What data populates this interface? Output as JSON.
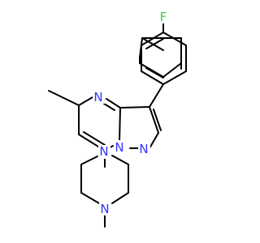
{
  "molecule": {
    "colors": {
      "bond": "#000000",
      "nitrogen": "#3333ff",
      "fluorine": "#33cc33",
      "background": "#ffffff"
    },
    "atoms": {
      "F": "F",
      "N_ring_top": "N",
      "N_bridge": "N",
      "N_pyrazole": "N",
      "N_piperazine_top": "N",
      "N_piperazine_bottom": "N"
    }
  }
}
